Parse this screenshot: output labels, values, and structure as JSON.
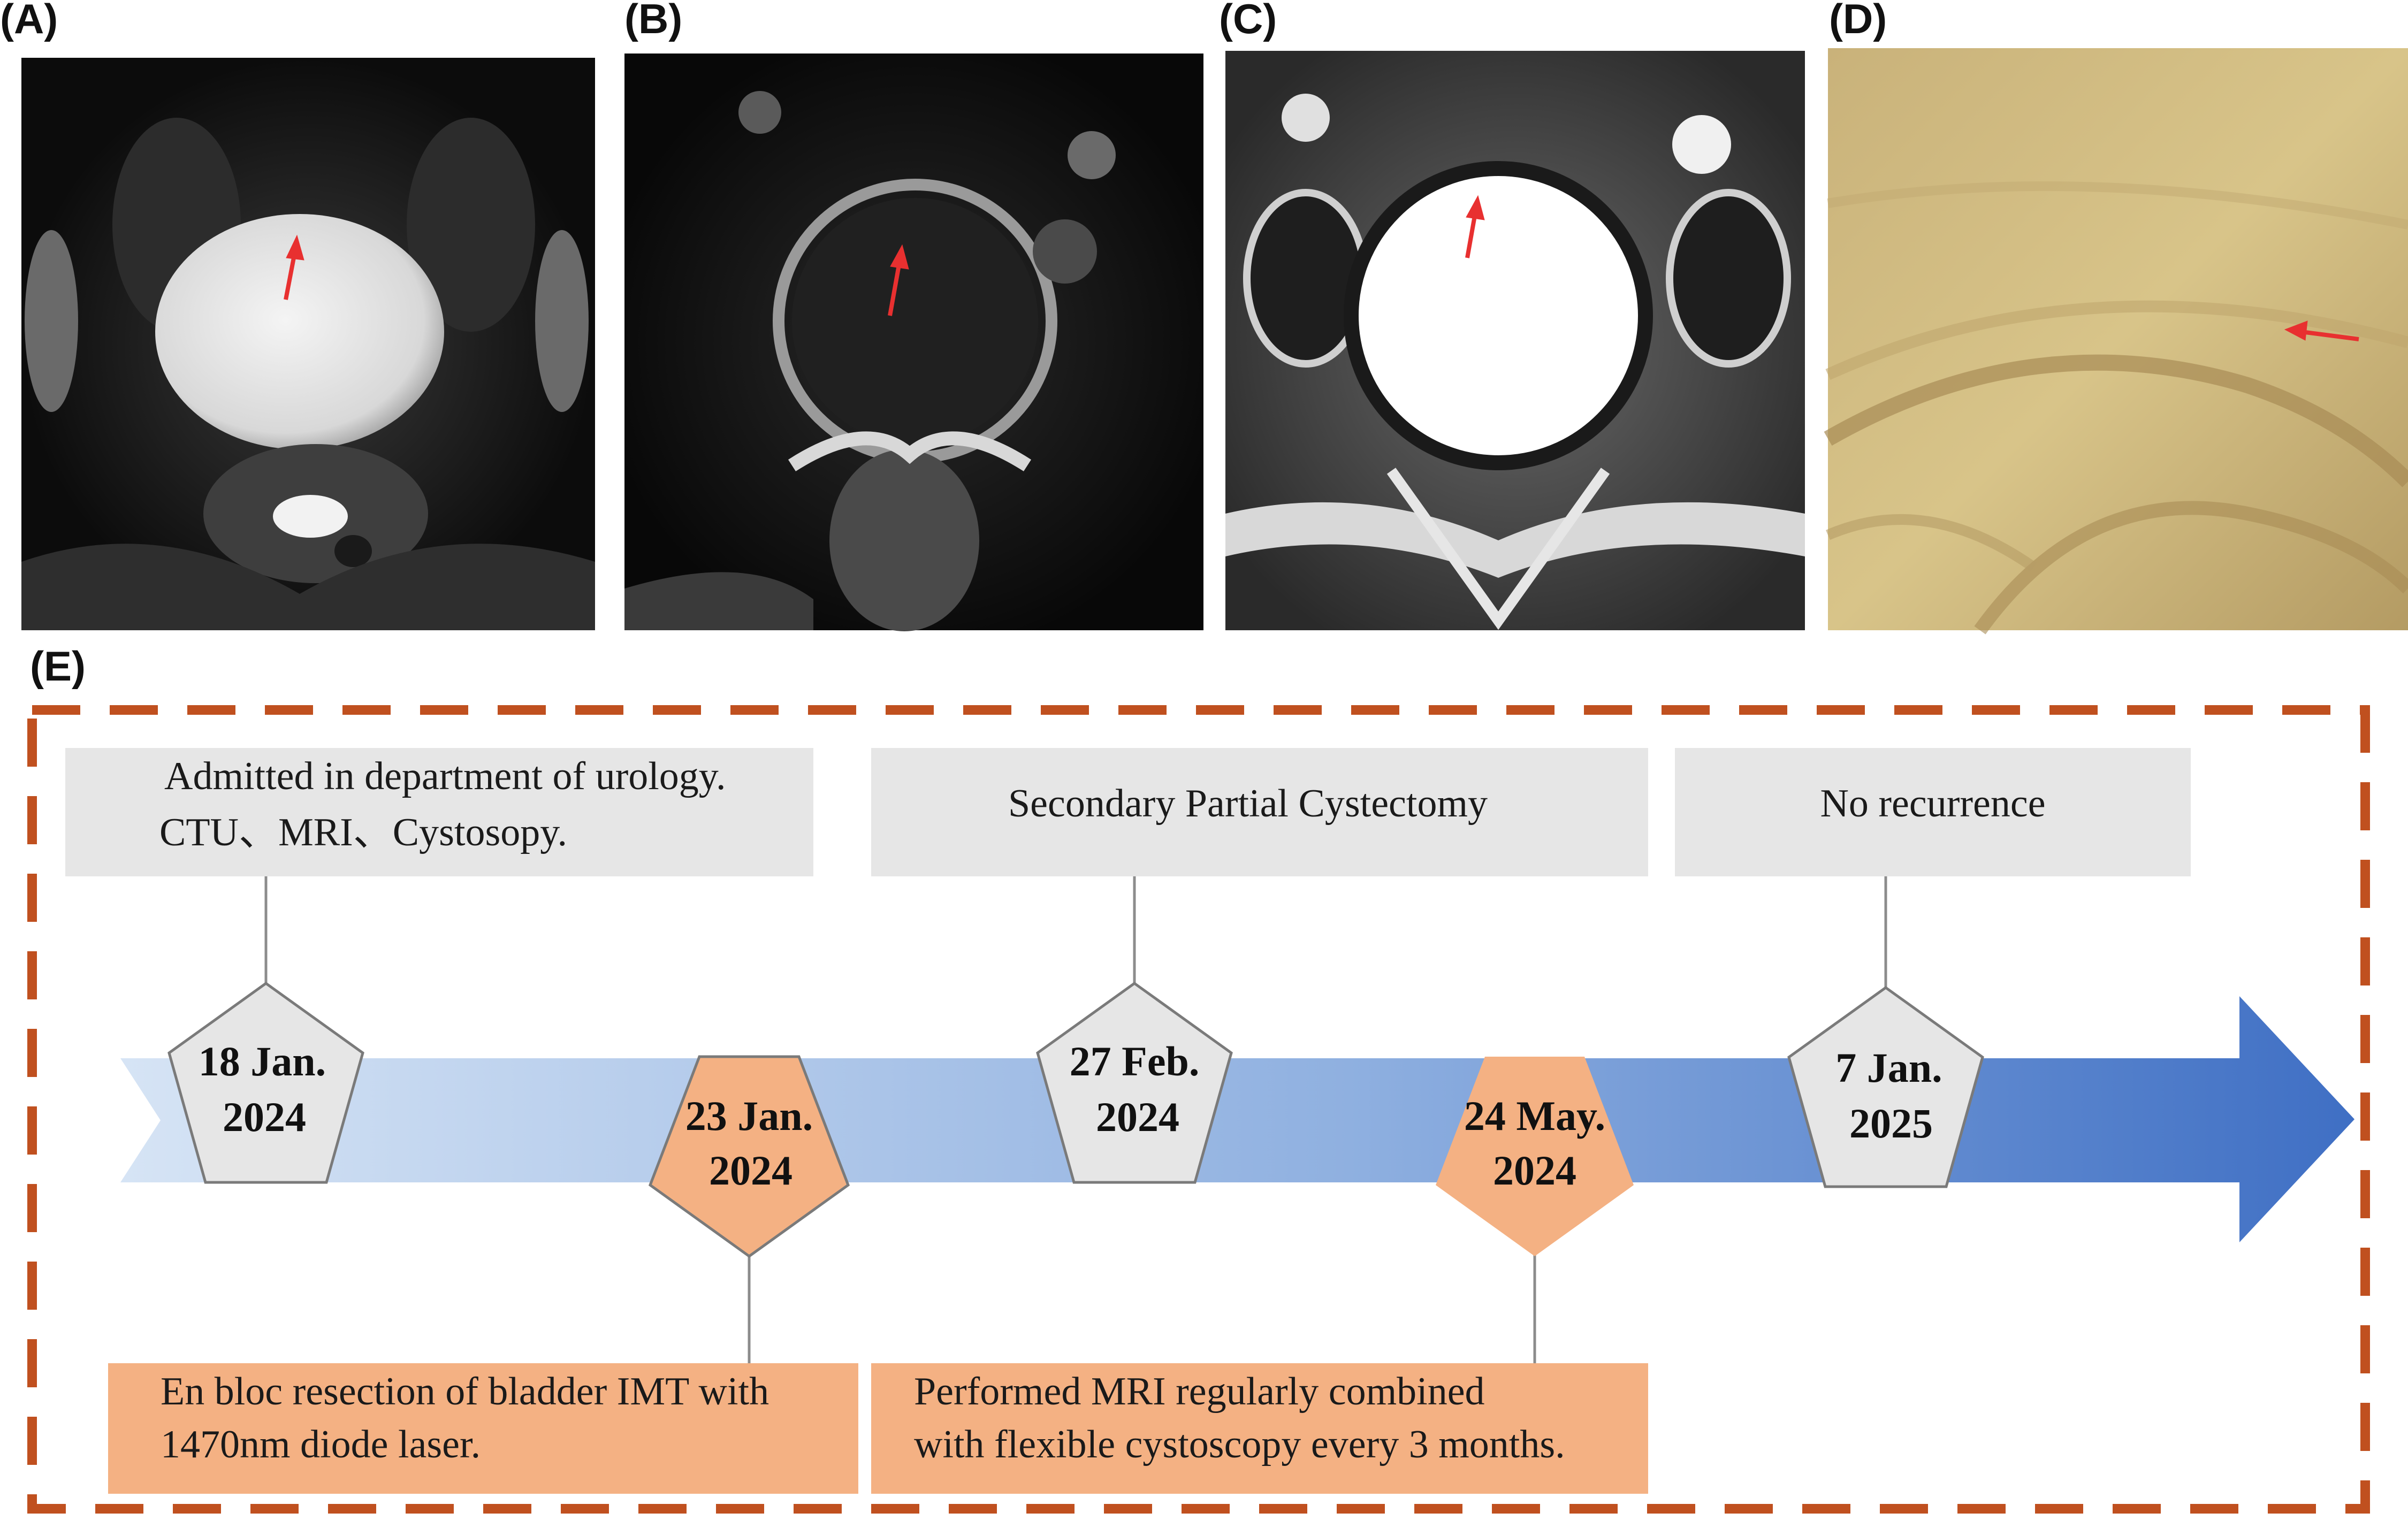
{
  "panels": [
    {
      "letter": "(A)"
    },
    {
      "letter": "(B)"
    },
    {
      "letter": "(C)"
    },
    {
      "letter": "(D)"
    }
  ],
  "timeline": {
    "letter": "(E)",
    "top_boxes": [
      {
        "lines": [
          "Admitted in department of urology.",
          "CTU、MRI、Cystosopy."
        ]
      },
      {
        "lines": [
          "Secondary Partial Cystectomy"
        ]
      },
      {
        "lines": [
          "No recurrence"
        ]
      }
    ],
    "bottom_boxes": [
      {
        "lines": [
          "En bloc resection of bladder IMT with",
          "1470nm diode laser."
        ]
      },
      {
        "lines": [
          "Performed MRI regularly combined",
          "with flexible cystoscopy every 3 months."
        ]
      }
    ],
    "dates": [
      {
        "line1": "18 Jan.",
        "line2": "2024"
      },
      {
        "line1": "23 Jan.",
        "line2": "2024"
      },
      {
        "line1": "27 Feb.",
        "line2": "2024"
      },
      {
        "line1": "24 May.",
        "line2": "2024"
      },
      {
        "line1": "7 Jan.",
        "line2": "2025"
      }
    ],
    "colors": {
      "gray_marker": "#e6e6e6",
      "orange_marker": "#f4b183",
      "top_box": "#e6e6e6",
      "bottom_box": "#f4b183",
      "frame": "#c0501f",
      "arrow_start": "#d6e4f5",
      "arrow_end": "#3f6fc4",
      "pointer": "#e83030"
    }
  }
}
